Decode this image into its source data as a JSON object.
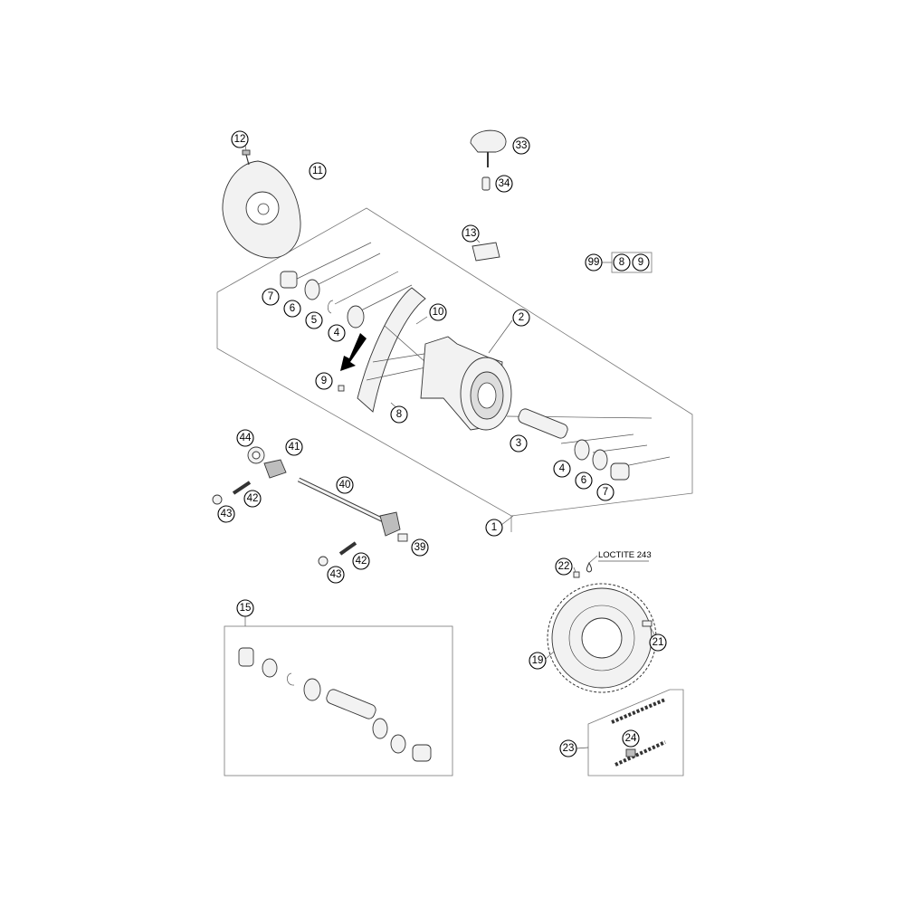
{
  "callouts": [
    "1",
    "2",
    "3",
    "4",
    "5",
    "6",
    "7",
    "8",
    "9",
    "10",
    "11",
    "12",
    "13",
    "15",
    "19",
    "21",
    "22",
    "23",
    "24",
    "33",
    "34",
    "39",
    "40",
    "41",
    "42",
    "43",
    "44",
    "99"
  ],
  "note_label": "LOCTITE 243",
  "kit_99": "99",
  "kit_8": "8",
  "kit_9": "9"
}
